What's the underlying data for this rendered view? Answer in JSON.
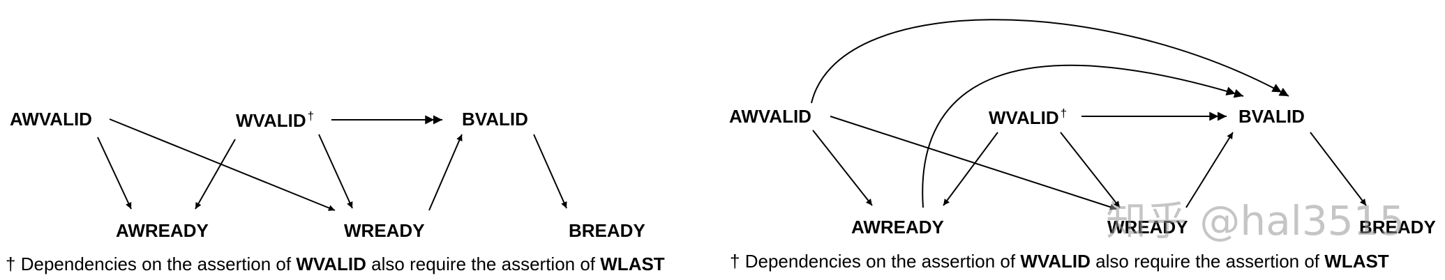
{
  "diagrams": [
    {
      "id": "left",
      "nodes": {
        "awvalid": "AWVALID",
        "wvalid": "WVALID",
        "wvalid_mark": "†",
        "bvalid": "BVALID",
        "awready": "AWREADY",
        "wready": "WREADY",
        "bready": "BREADY"
      },
      "edges": [
        {
          "from": "AWVALID",
          "to": "AWREADY",
          "head": "single"
        },
        {
          "from": "AWVALID",
          "to": "WREADY",
          "head": "single"
        },
        {
          "from": "WVALID",
          "to": "AWREADY",
          "head": "single"
        },
        {
          "from": "WVALID",
          "to": "WREADY",
          "head": "single"
        },
        {
          "from": "WVALID",
          "to": "BVALID",
          "head": "double"
        },
        {
          "from": "WREADY",
          "to": "BVALID",
          "head": "single"
        },
        {
          "from": "BVALID",
          "to": "BREADY",
          "head": "single"
        }
      ],
      "footnote": {
        "dagger": "†",
        "pre": "Dependencies on the assertion of",
        "b1": "WVALID",
        "mid": "also require the assertion of",
        "b2": "WLAST"
      }
    },
    {
      "id": "right",
      "nodes": {
        "awvalid": "AWVALID",
        "wvalid": "WVALID",
        "wvalid_mark": "†",
        "bvalid": "BVALID",
        "awready": "AWREADY",
        "wready": "WREADY",
        "bready": "BREADY"
      },
      "edges": [
        {
          "from": "AWVALID",
          "to": "AWREADY",
          "head": "single"
        },
        {
          "from": "AWVALID",
          "to": "WREADY",
          "head": "single"
        },
        {
          "from": "AWVALID",
          "to": "BVALID",
          "head": "double"
        },
        {
          "from": "AWREADY",
          "to": "BVALID",
          "head": "double"
        },
        {
          "from": "WVALID",
          "to": "AWREADY",
          "head": "single"
        },
        {
          "from": "WVALID",
          "to": "WREADY",
          "head": "single"
        },
        {
          "from": "WVALID",
          "to": "BVALID",
          "head": "double"
        },
        {
          "from": "WREADY",
          "to": "BVALID",
          "head": "single"
        },
        {
          "from": "BVALID",
          "to": "BREADY",
          "head": "single"
        }
      ],
      "footnote": {
        "dagger": "†",
        "pre": "Dependencies on the assertion of",
        "b1": "WVALID",
        "mid": "also require the assertion of",
        "b2": "WLAST"
      }
    }
  ],
  "watermark": "知乎 @hal3515"
}
